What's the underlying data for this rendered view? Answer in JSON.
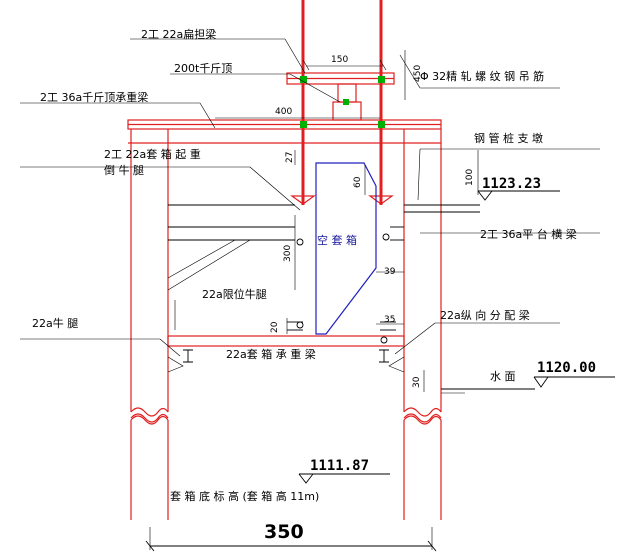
{
  "labels": {
    "distribution_beam": "2工 22a扁担梁",
    "jack_200t": "200t千斤顶",
    "jack_bearing_beam": "2工 36a千斤顶承重梁",
    "rebar_hanger": "Φ 32精 轧 螺 纹 钢 吊 筋",
    "steel_pipe_pile": "钢 管 桩 支 墩",
    "lifting_bracket_line1": "2工 22a套 箱 起 重",
    "lifting_bracket_line2": "倒 牛 腿",
    "platform_beam": "2工 36a平 台 横 梁",
    "empty_box": "空 套 箱",
    "limit_bracket": "22a限位牛腿",
    "bracket_22a": "22a牛 腿",
    "longitudinal_beam": "22a纵 向 分 配 梁",
    "box_bearing_beam": "22a套 箱 承 重 梁",
    "water_surface": "水 面",
    "box_bottom_elev": "套 箱 底 标 高 (套 箱 高 11m)"
  },
  "elevations": {
    "platform": "1123.23",
    "water": "1120.00",
    "bottom": "1111.87"
  },
  "dimensions": {
    "d150": "150",
    "d450": "450",
    "d400": "400",
    "d27": "27",
    "d60": "60",
    "d100": "100",
    "d300": "300",
    "d39": "39",
    "d20": "20",
    "d35": "35",
    "d30": "30",
    "d350": "350"
  },
  "colors": {
    "structure": "#e02020",
    "box": "#2020c0",
    "marker": "#00b000",
    "annotation": "#000000"
  }
}
